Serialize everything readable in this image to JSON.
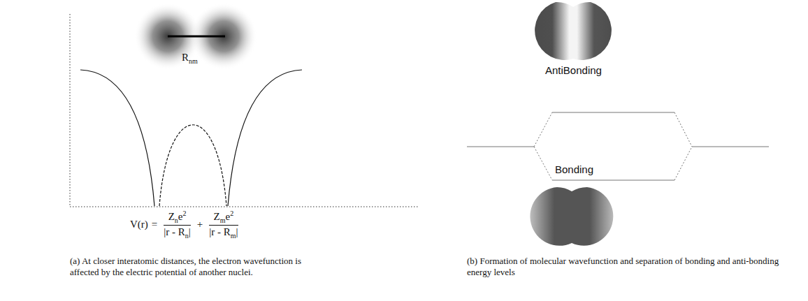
{
  "diagram": {
    "labels": [
      "R",
      "nm",
      "V(r)",
      "=",
      "Z",
      "n",
      "e",
      "2",
      "|r - R",
      "n",
      "|",
      "+",
      "Z",
      "m",
      "e",
      "2",
      "|r - R",
      "m",
      "|",
      "AntiBonding",
      "Bonding",
      "(a) At closer interatomic distances, the electron wavefunction is affected by the electric potential of another nuclei.",
      "(b) Formation of molecular wavefunction and separation of bonding and anti-bonding energy levels"
    ]
  }
}
